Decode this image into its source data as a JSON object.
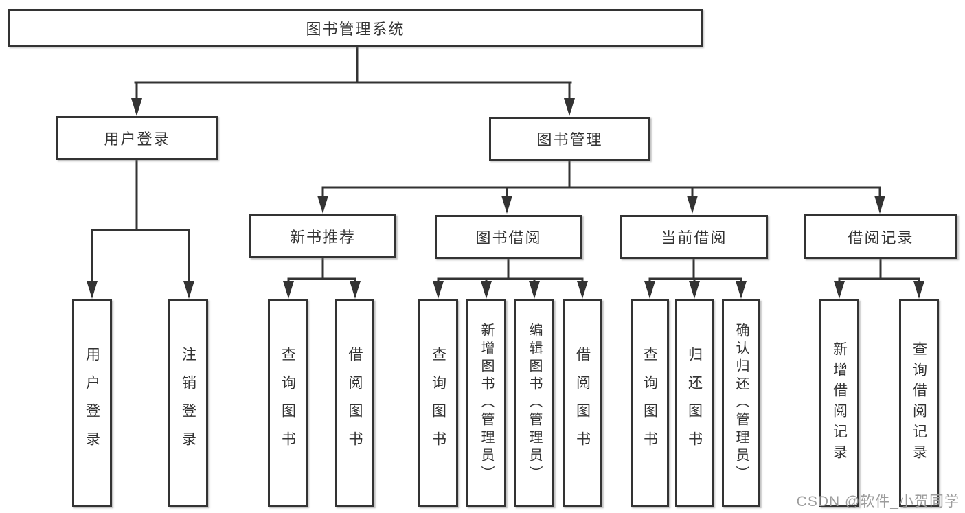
{
  "root": {
    "label": "图书管理系统"
  },
  "branches": [
    {
      "label": "用户登录",
      "leaves": [
        {
          "label": "用户登录"
        },
        {
          "label": "注销登录"
        }
      ]
    },
    {
      "label": "图书管理",
      "sections": [
        {
          "label": "新书推荐",
          "leaves": [
            {
              "label": "查询图书"
            },
            {
              "label": "借阅图书"
            }
          ]
        },
        {
          "label": "图书借阅",
          "leaves": [
            {
              "label": "查询图书"
            },
            {
              "label": "新增图书（管理员）"
            },
            {
              "label": "编辑图书（管理员）"
            },
            {
              "label": "借阅图书"
            }
          ]
        },
        {
          "label": "当前借阅",
          "leaves": [
            {
              "label": "查询图书"
            },
            {
              "label": "归还图书"
            },
            {
              "label": "确认归还（管理员）"
            }
          ]
        },
        {
          "label": "借阅记录",
          "leaves": [
            {
              "label": "新增借阅记录"
            },
            {
              "label": "查询借阅记录"
            }
          ]
        }
      ]
    }
  ],
  "watermark": {
    "text": "CSDN @软件_小贺同学"
  },
  "colors": {
    "line": "#333333",
    "box_border": "#333333",
    "text": "#333333",
    "watermark": "#9c9c9c",
    "background": "#ffffff"
  }
}
